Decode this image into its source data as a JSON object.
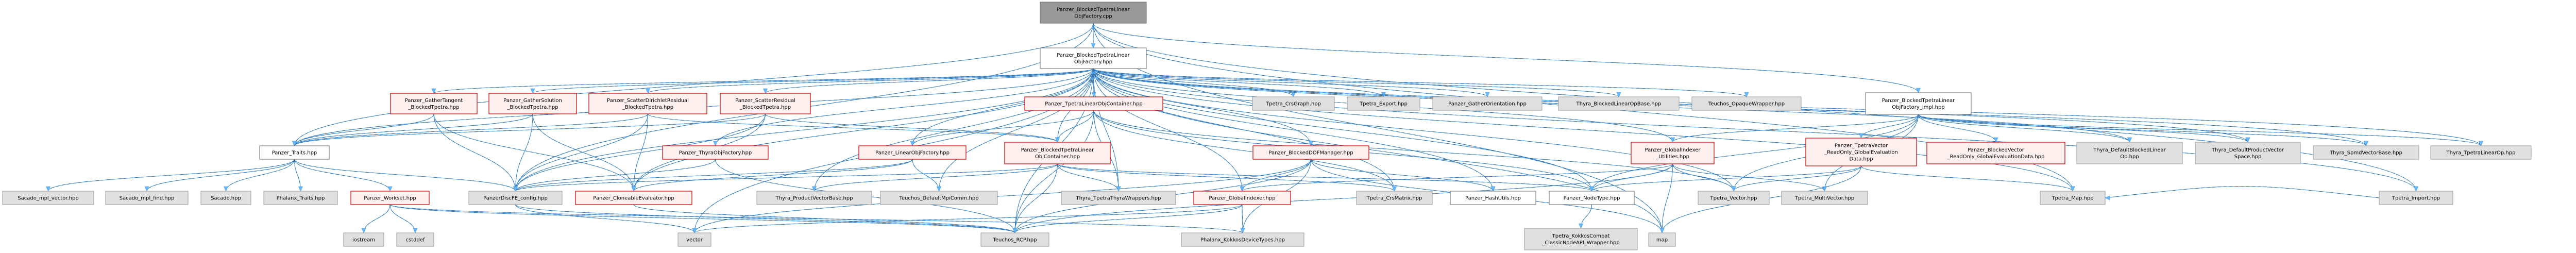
{
  "title": "Panzer_BlockedTpetraLinearObjFactory.cpp include dependency graph",
  "legend_colors": {
    "edge": "#4d9de0",
    "root_fill": "#999999",
    "documented_fill": "#ffffff",
    "incomplete_fill": "#fff0f0",
    "incomplete_border": "#cc0000",
    "external_fill": "#e0e0e0"
  },
  "nodes": [
    {
      "id": "cpp",
      "kind": "root",
      "lines": [
        "Panzer_BlockedTpetraLinear",
        "ObjFactory.cpp"
      ]
    },
    {
      "id": "hpp",
      "kind": "plain",
      "lines": [
        "Panzer_BlockedTpetraLinear",
        "ObjFactory.hpp"
      ]
    },
    {
      "id": "traits",
      "kind": "plain",
      "lines": [
        "Panzer_Traits.hpp"
      ]
    },
    {
      "id": "gtan",
      "kind": "red",
      "lines": [
        "Panzer_GatherTangent",
        "_BlockedTpetra.hpp"
      ]
    },
    {
      "id": "gsol",
      "kind": "red",
      "lines": [
        "Panzer_GatherSolution",
        "_BlockedTpetra.hpp"
      ]
    },
    {
      "id": "sdir",
      "kind": "red",
      "lines": [
        "Panzer_ScatterDirichletResidual",
        "_BlockedTpetra.hpp"
      ]
    },
    {
      "id": "sres",
      "kind": "red",
      "lines": [
        "Panzer_ScatterResidual",
        "_BlockedTpetra.hpp"
      ]
    },
    {
      "id": "tloc",
      "kind": "red",
      "lines": [
        "Panzer_TpetraLinearObjContainer.hpp"
      ]
    },
    {
      "id": "crsgraph",
      "kind": "ext",
      "lines": [
        "Tpetra_CrsGraph.hpp"
      ]
    },
    {
      "id": "export",
      "kind": "ext",
      "lines": [
        "Tpetra_Export.hpp"
      ]
    },
    {
      "id": "gorient",
      "kind": "ext",
      "lines": [
        "Panzer_GatherOrientation.hpp"
      ]
    },
    {
      "id": "blop",
      "kind": "ext",
      "lines": [
        "Thyra_BlockedLinearOpBase.hpp"
      ]
    },
    {
      "id": "opaque",
      "kind": "ext",
      "lines": [
        "Teuchos_OpaqueWrapper.hpp"
      ]
    },
    {
      "id": "impl",
      "kind": "plain",
      "lines": [
        "Panzer_BlockedTpetraLinear",
        "ObjFactory_impl.hpp"
      ]
    },
    {
      "id": "thyraof",
      "kind": "red",
      "lines": [
        "Panzer_ThyraObjFactory.hpp"
      ]
    },
    {
      "id": "linof",
      "kind": "red",
      "lines": [
        "Panzer_LinearObjFactory.hpp"
      ]
    },
    {
      "id": "btloc",
      "kind": "red",
      "lines": [
        "Panzer_BlockedTpetraLinear",
        "ObjContainer.hpp"
      ]
    },
    {
      "id": "bdof",
      "kind": "red",
      "lines": [
        "Panzer_BlockedDOFManager.hpp"
      ]
    },
    {
      "id": "giutil",
      "kind": "red",
      "lines": [
        "Panzer_GlobalIndexer",
        "_Utilities.hpp"
      ]
    },
    {
      "id": "tvro",
      "kind": "red",
      "lines": [
        "Panzer_TpetraVector",
        "_ReadOnly_GlobalEvaluation",
        "Data.hpp"
      ]
    },
    {
      "id": "bvro",
      "kind": "red",
      "lines": [
        "Panzer_BlockedVector",
        "_ReadOnly_GlobalEvaluationData.hpp"
      ]
    },
    {
      "id": "dblop",
      "kind": "ext",
      "lines": [
        "Thyra_DefaultBlockedLinear",
        "Op.hpp"
      ]
    },
    {
      "id": "dpvs",
      "kind": "ext",
      "lines": [
        "Thyra_DefaultProductVector",
        "Space.hpp"
      ]
    },
    {
      "id": "spmd",
      "kind": "ext",
      "lines": [
        "Thyra_SpmdVectorBase.hpp"
      ]
    },
    {
      "id": "tlop",
      "kind": "ext",
      "lines": [
        "Thyra_TpetraLinearOp.hpp"
      ]
    },
    {
      "id": "smplv",
      "kind": "ext",
      "lines": [
        "Sacado_mpl_vector.hpp"
      ]
    },
    {
      "id": "smplf",
      "kind": "ext",
      "lines": [
        "Sacado_mpl_find.hpp"
      ]
    },
    {
      "id": "sacado",
      "kind": "ext",
      "lines": [
        "Sacado.hpp"
      ]
    },
    {
      "id": "phtraits",
      "kind": "ext",
      "lines": [
        "Phalanx_Traits.hpp"
      ]
    },
    {
      "id": "workset",
      "kind": "red",
      "lines": [
        "Panzer_Workset.hpp"
      ]
    },
    {
      "id": "discfe",
      "kind": "ext",
      "lines": [
        "PanzerDiscFE_config.hpp"
      ]
    },
    {
      "id": "clone",
      "kind": "red",
      "lines": [
        "Panzer_CloneableEvaluator.hpp"
      ]
    },
    {
      "id": "pvb",
      "kind": "ext",
      "lines": [
        "Thyra_ProductVectorBase.hpp"
      ]
    },
    {
      "id": "mpicomm",
      "kind": "ext",
      "lines": [
        "Teuchos_DefaultMpiComm.hpp"
      ]
    },
    {
      "id": "ttwrap",
      "kind": "ext",
      "lines": [
        "Thyra_TpetraThyraWrappers.hpp"
      ]
    },
    {
      "id": "gidx",
      "kind": "red",
      "lines": [
        "Panzer_GlobalIndexer.hpp"
      ]
    },
    {
      "id": "crsmat",
      "kind": "ext",
      "lines": [
        "Tpetra_CrsMatrix.hpp"
      ]
    },
    {
      "id": "hash",
      "kind": "plain",
      "lines": [
        "Panzer_HashUtils.hpp"
      ]
    },
    {
      "id": "nodetype",
      "kind": "plain",
      "lines": [
        "Panzer_NodeType.hpp"
      ]
    },
    {
      "id": "tvec",
      "kind": "ext",
      "lines": [
        "Tpetra_Vector.hpp"
      ]
    },
    {
      "id": "tmv",
      "kind": "ext",
      "lines": [
        "Tpetra_MultiVector.hpp"
      ]
    },
    {
      "id": "tmap",
      "kind": "ext",
      "lines": [
        "Tpetra_Map.hpp"
      ]
    },
    {
      "id": "timport",
      "kind": "ext",
      "lines": [
        "Tpetra_Import.hpp"
      ]
    },
    {
      "id": "iostream",
      "kind": "ext",
      "lines": [
        "iostream"
      ]
    },
    {
      "id": "cstddef",
      "kind": "ext",
      "lines": [
        "cstddef"
      ]
    },
    {
      "id": "vector",
      "kind": "ext",
      "lines": [
        "vector"
      ]
    },
    {
      "id": "rcp",
      "kind": "ext",
      "lines": [
        "Teuchos_RCP.hpp"
      ]
    },
    {
      "id": "kdt",
      "kind": "ext",
      "lines": [
        "Phalanx_KokkosDeviceTypes.hpp"
      ]
    },
    {
      "id": "kcompat",
      "kind": "ext",
      "lines": [
        "Tpetra_KokkosCompat",
        "_ClassicNodeAPI_Wrapper.hpp"
      ]
    },
    {
      "id": "map",
      "kind": "ext",
      "lines": [
        "map"
      ]
    }
  ],
  "edges": [
    [
      "cpp",
      "hpp"
    ],
    [
      "cpp",
      "traits"
    ],
    [
      "cpp",
      "impl"
    ],
    [
      "cpp",
      "discfe"
    ],
    [
      "cpp",
      "timport"
    ],
    [
      "cpp",
      "tmap"
    ],
    [
      "cpp",
      "map"
    ],
    [
      "hpp",
      "traits"
    ],
    [
      "hpp",
      "gtan"
    ],
    [
      "hpp",
      "gsol"
    ],
    [
      "hpp",
      "sdir"
    ],
    [
      "hpp",
      "sres"
    ],
    [
      "hpp",
      "tloc"
    ],
    [
      "hpp",
      "crsgraph"
    ],
    [
      "hpp",
      "export"
    ],
    [
      "hpp",
      "gorient"
    ],
    [
      "hpp",
      "blop"
    ],
    [
      "hpp",
      "opaque"
    ],
    [
      "hpp",
      "thyraof"
    ],
    [
      "hpp",
      "linof"
    ],
    [
      "hpp",
      "btloc"
    ],
    [
      "hpp",
      "bdof"
    ],
    [
      "hpp",
      "giutil"
    ],
    [
      "hpp",
      "gidx"
    ],
    [
      "hpp",
      "discfe"
    ],
    [
      "hpp",
      "clone"
    ],
    [
      "hpp",
      "pvb"
    ],
    [
      "hpp",
      "mpicomm"
    ],
    [
      "hpp",
      "ttwrap"
    ],
    [
      "hpp",
      "crsmat"
    ],
    [
      "hpp",
      "hash"
    ],
    [
      "hpp",
      "nodetype"
    ],
    [
      "hpp",
      "tvec"
    ],
    [
      "hpp",
      "tmap"
    ],
    [
      "hpp",
      "timport"
    ],
    [
      "hpp",
      "rcp"
    ],
    [
      "hpp",
      "vector"
    ],
    [
      "hpp",
      "map"
    ],
    [
      "hpp",
      "tlop"
    ],
    [
      "hpp",
      "spmd"
    ],
    [
      "hpp",
      "dblop"
    ],
    [
      "hpp",
      "dpvs"
    ],
    [
      "traits",
      "smplv"
    ],
    [
      "traits",
      "smplf"
    ],
    [
      "traits",
      "sacado"
    ],
    [
      "traits",
      "phtraits"
    ],
    [
      "traits",
      "workset"
    ],
    [
      "traits",
      "discfe"
    ],
    [
      "workset",
      "iostream"
    ],
    [
      "workset",
      "cstddef"
    ],
    [
      "workset",
      "rcp"
    ],
    [
      "workset",
      "kdt"
    ],
    [
      "gtan",
      "traits"
    ],
    [
      "gtan",
      "discfe"
    ],
    [
      "gtan",
      "clone"
    ],
    [
      "gsol",
      "traits"
    ],
    [
      "gsol",
      "discfe"
    ],
    [
      "gsol",
      "clone"
    ],
    [
      "sdir",
      "traits"
    ],
    [
      "sdir",
      "discfe"
    ],
    [
      "sdir",
      "clone"
    ],
    [
      "sdir",
      "btloc"
    ],
    [
      "sres",
      "traits"
    ],
    [
      "sres",
      "discfe"
    ],
    [
      "sres",
      "clone"
    ],
    [
      "sres",
      "btloc"
    ],
    [
      "tloc",
      "linof"
    ],
    [
      "tloc",
      "btloc"
    ],
    [
      "tloc",
      "ttwrap"
    ],
    [
      "tloc",
      "crsmat"
    ],
    [
      "tloc",
      "tvec"
    ],
    [
      "tloc",
      "rcp"
    ],
    [
      "tloc",
      "nodetype"
    ],
    [
      "thyraof",
      "discfe"
    ],
    [
      "thyraof",
      "rcp"
    ],
    [
      "linof",
      "discfe"
    ],
    [
      "linof",
      "mpicomm"
    ],
    [
      "linof",
      "clone"
    ],
    [
      "btloc",
      "discfe"
    ],
    [
      "btloc",
      "pvb"
    ],
    [
      "btloc",
      "ttwrap"
    ],
    [
      "btloc",
      "crsmat"
    ],
    [
      "btloc",
      "rcp"
    ],
    [
      "btloc",
      "nodetype"
    ],
    [
      "bdof",
      "gidx"
    ],
    [
      "bdof",
      "hash"
    ],
    [
      "bdof",
      "rcp"
    ],
    [
      "bdof",
      "kdt"
    ],
    [
      "bdof",
      "vector"
    ],
    [
      "bdof",
      "map"
    ],
    [
      "giutil",
      "gidx"
    ],
    [
      "giutil",
      "nodetype"
    ],
    [
      "giutil",
      "tvec"
    ],
    [
      "giutil",
      "tmv"
    ],
    [
      "giutil",
      "map"
    ],
    [
      "giutil",
      "rcp"
    ],
    [
      "gidx",
      "kdt"
    ],
    [
      "gidx",
      "rcp"
    ],
    [
      "gidx",
      "vector"
    ],
    [
      "impl",
      "tvro"
    ],
    [
      "impl",
      "bvro"
    ],
    [
      "impl",
      "dblop"
    ],
    [
      "impl",
      "dpvs"
    ],
    [
      "impl",
      "spmd"
    ],
    [
      "impl",
      "tlop"
    ],
    [
      "impl",
      "tvec"
    ],
    [
      "impl",
      "tmv"
    ],
    [
      "impl",
      "nodetype"
    ],
    [
      "impl",
      "giutil"
    ],
    [
      "tvro",
      "tvec"
    ],
    [
      "tvro",
      "nodetype"
    ],
    [
      "tvro",
      "tmap"
    ],
    [
      "tvro",
      "map"
    ],
    [
      "nodetype",
      "kcompat"
    ],
    [
      "discfe",
      "vector"
    ],
    [
      "discfe",
      "rcp"
    ],
    [
      "clone",
      "rcp"
    ],
    [
      "timport",
      "tmap"
    ]
  ]
}
